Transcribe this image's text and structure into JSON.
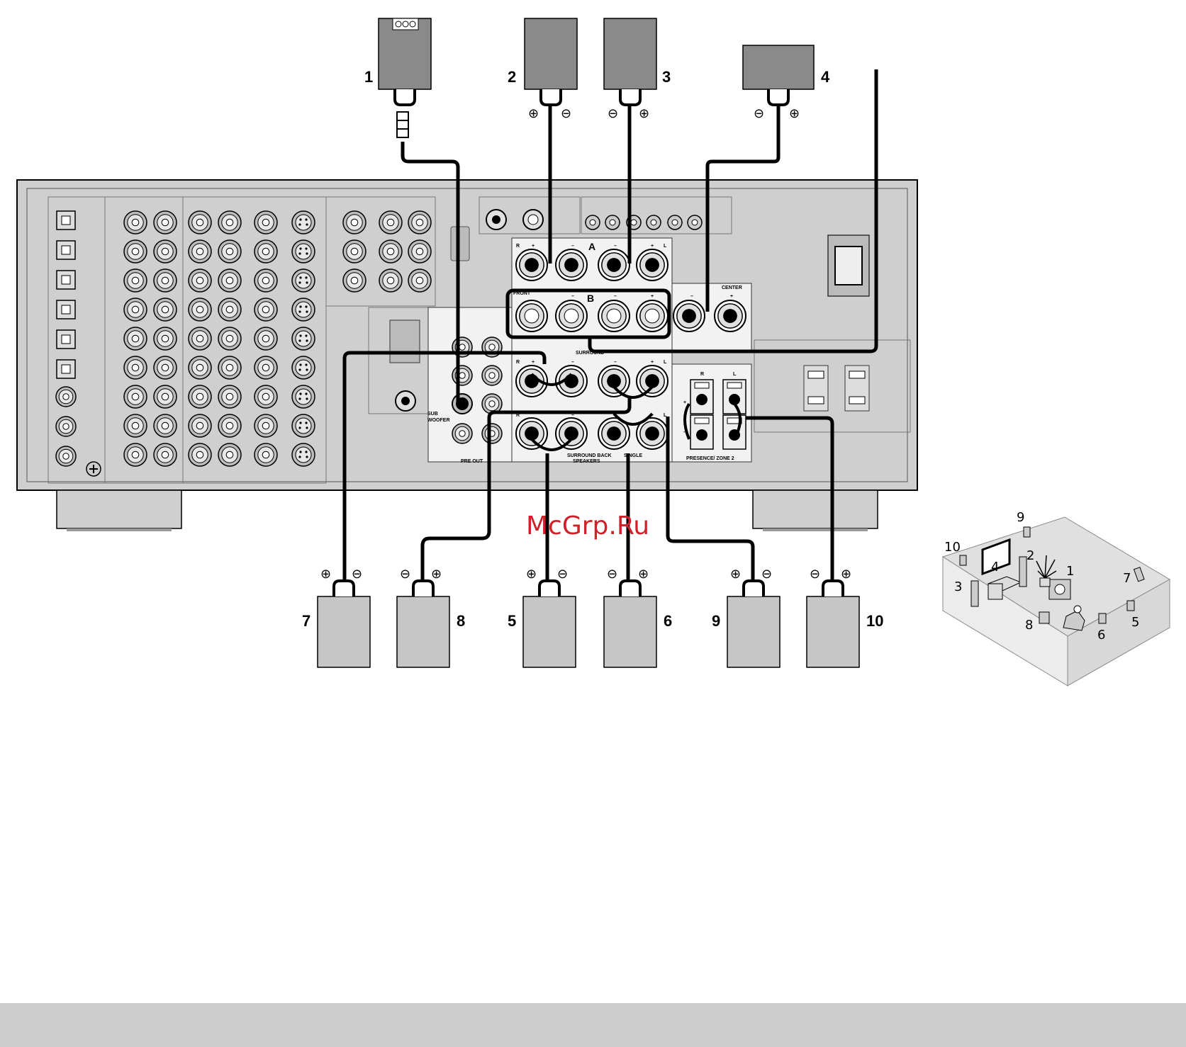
{
  "panel": {
    "a": "A",
    "b": "B",
    "front": "FRONT",
    "center": "CENTER",
    "surround": "SURROUND",
    "surround_back": "SURROUND BACK",
    "speakers": "SPEAKERS",
    "single": "SINGLE",
    "presence_zone2": "PRESENCE/ ZONE 2",
    "pre_out": "PRE OUT",
    "sub": "SUB",
    "woofer": "WOOFER",
    "plus": "+",
    "minus": "–",
    "r": "R",
    "l": "L"
  },
  "speakers": {
    "top": [
      {
        "id": "1"
      },
      {
        "id": "2",
        "left_sign": "⊕",
        "right_sign": "⊖"
      },
      {
        "id": "3",
        "left_sign": "⊖",
        "right_sign": "⊕"
      },
      {
        "id": "4",
        "left_sign": "⊖",
        "right_sign": "⊕"
      }
    ],
    "bottom": [
      {
        "id": "7",
        "left_sign": "⊕",
        "right_sign": "⊖"
      },
      {
        "id": "8",
        "left_sign": "⊖",
        "right_sign": "⊕"
      },
      {
        "id": "5",
        "left_sign": "⊕",
        "right_sign": "⊖"
      },
      {
        "id": "6",
        "left_sign": "⊖",
        "right_sign": "⊕"
      },
      {
        "id": "9",
        "left_sign": "⊕",
        "right_sign": "⊖"
      },
      {
        "id": "10",
        "left_sign": "⊖",
        "right_sign": "⊕"
      }
    ]
  },
  "room_labels": [
    "9",
    "10",
    "2",
    "1",
    "4",
    "3",
    "7",
    "8",
    "6",
    "5"
  ],
  "watermark": "McGrp.Ru",
  "colors": {
    "panel": "#d0d0d0",
    "speaker_top": "#8a8a8a",
    "speaker_bottom": "#c6c6c6",
    "wire": "#000000",
    "watermark": "#d0212a",
    "footer": "#cdcdcd"
  }
}
